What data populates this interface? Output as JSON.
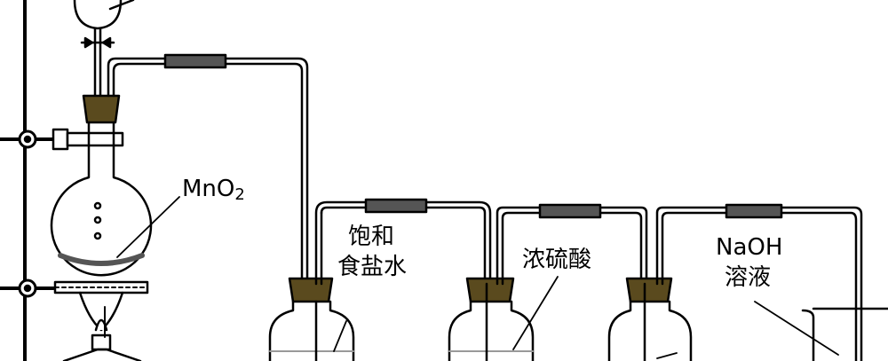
{
  "labels": {
    "mno2_main": "MnO",
    "mno2_sub": "2",
    "brine_line1": "饱和",
    "brine_line2": "食盐水",
    "sulfuric_acid": "浓硫酸",
    "naoh_line1": "NaOH",
    "naoh_line2": "溶液"
  },
  "colors": {
    "line": "#000000",
    "stopper": "#5a4a1e",
    "rubber_joint": "#555555",
    "liquid": "#bfbfbf"
  }
}
